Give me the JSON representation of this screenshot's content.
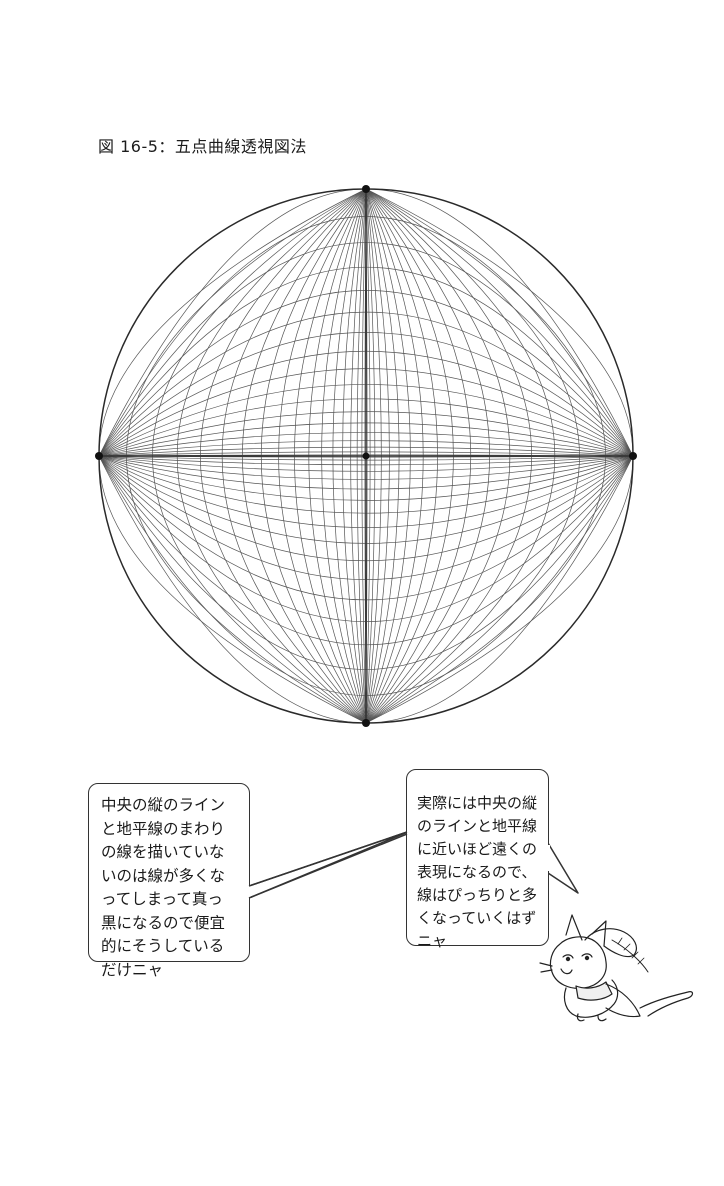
{
  "figure": {
    "title": "図 16-5：五点曲線透視図法"
  },
  "bubbles": {
    "left_text": "中央の縦のライン\nと地平線のまわり\nの線を描いていな\nいのは線が多くな\nってしまって真っ\n黒になるので便宜\n的にそうしている\nだけニャ",
    "right_text": "実際には中央の縦\nのラインと地平線\nに近いほど遠くの\n表現になるので、\n線はぴっちりと多\nくなっていくはず\nニャ"
  },
  "colors": {
    "ink": "#2a2a2a",
    "light_ink": "#666666",
    "paper": "#ffffff"
  }
}
